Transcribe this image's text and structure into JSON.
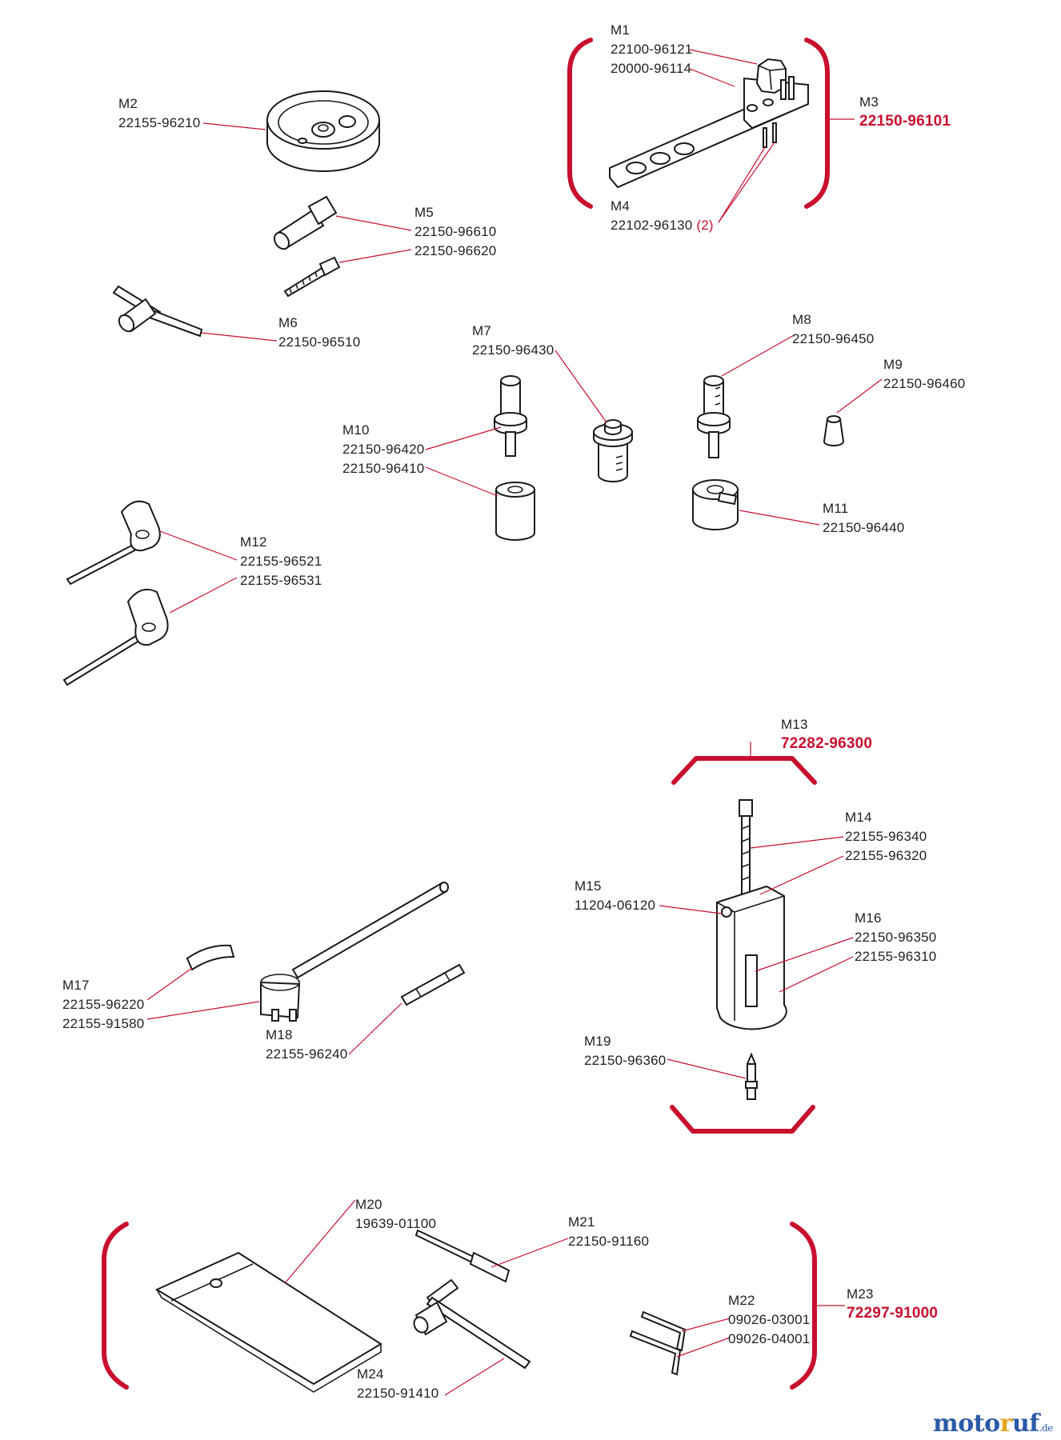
{
  "labels": {
    "m1": {
      "id": "M1",
      "parts": [
        "22100-96121",
        "20000-96114"
      ]
    },
    "m2": {
      "id": "M2",
      "parts": [
        "22155-96210"
      ]
    },
    "m3": {
      "id": "M3",
      "assembly": "22150-96101"
    },
    "m4": {
      "id": "M4",
      "parts": [
        "22102-96130"
      ],
      "qty": "(2)"
    },
    "m5": {
      "id": "M5",
      "parts": [
        "22150-96610",
        "22150-96620"
      ]
    },
    "m6": {
      "id": "M6",
      "parts": [
        "22150-96510"
      ]
    },
    "m7": {
      "id": "M7",
      "parts": [
        "22150-96430"
      ]
    },
    "m8": {
      "id": "M8",
      "parts": [
        "22150-96450"
      ]
    },
    "m9": {
      "id": "M9",
      "parts": [
        "22150-96460"
      ]
    },
    "m10": {
      "id": "M10",
      "parts": [
        "22150-96420",
        "22150-96410"
      ]
    },
    "m11": {
      "id": "M11",
      "parts": [
        "22150-96440"
      ]
    },
    "m12": {
      "id": "M12",
      "parts": [
        "22155-96521",
        "22155-96531"
      ]
    },
    "m13": {
      "id": "M13",
      "assembly": "72282-96300"
    },
    "m14": {
      "id": "M14",
      "parts": [
        "22155-96340",
        "22155-96320"
      ]
    },
    "m15": {
      "id": "M15",
      "parts": [
        "11204-06120"
      ]
    },
    "m16": {
      "id": "M16",
      "parts": [
        "22150-96350",
        "22155-96310"
      ]
    },
    "m17": {
      "id": "M17",
      "parts": [
        "22155-96220",
        "22155-91580"
      ]
    },
    "m18": {
      "id": "M18",
      "parts": [
        "22155-96240"
      ]
    },
    "m19": {
      "id": "M19",
      "parts": [
        "22150-96360"
      ]
    },
    "m20": {
      "id": "M20",
      "parts": [
        "19639-01100"
      ]
    },
    "m21": {
      "id": "M21",
      "parts": [
        "22150-91160"
      ]
    },
    "m22": {
      "id": "M22",
      "parts": [
        "09026-03001",
        "09026-04001"
      ]
    },
    "m23": {
      "id": "M23",
      "assembly": "72297-91000"
    },
    "m24": {
      "id": "M24",
      "parts": [
        "22150-91410"
      ]
    }
  },
  "watermark": {
    "part1": "moto",
    "part2": "r",
    "part3": "uf",
    "part4": ".de"
  },
  "colors": {
    "accent": "#c8102e",
    "ink": "#1a1a1a",
    "text": "#222222",
    "brand_blue": "#2b5aa8",
    "brand_orange": "#e8a31b"
  }
}
